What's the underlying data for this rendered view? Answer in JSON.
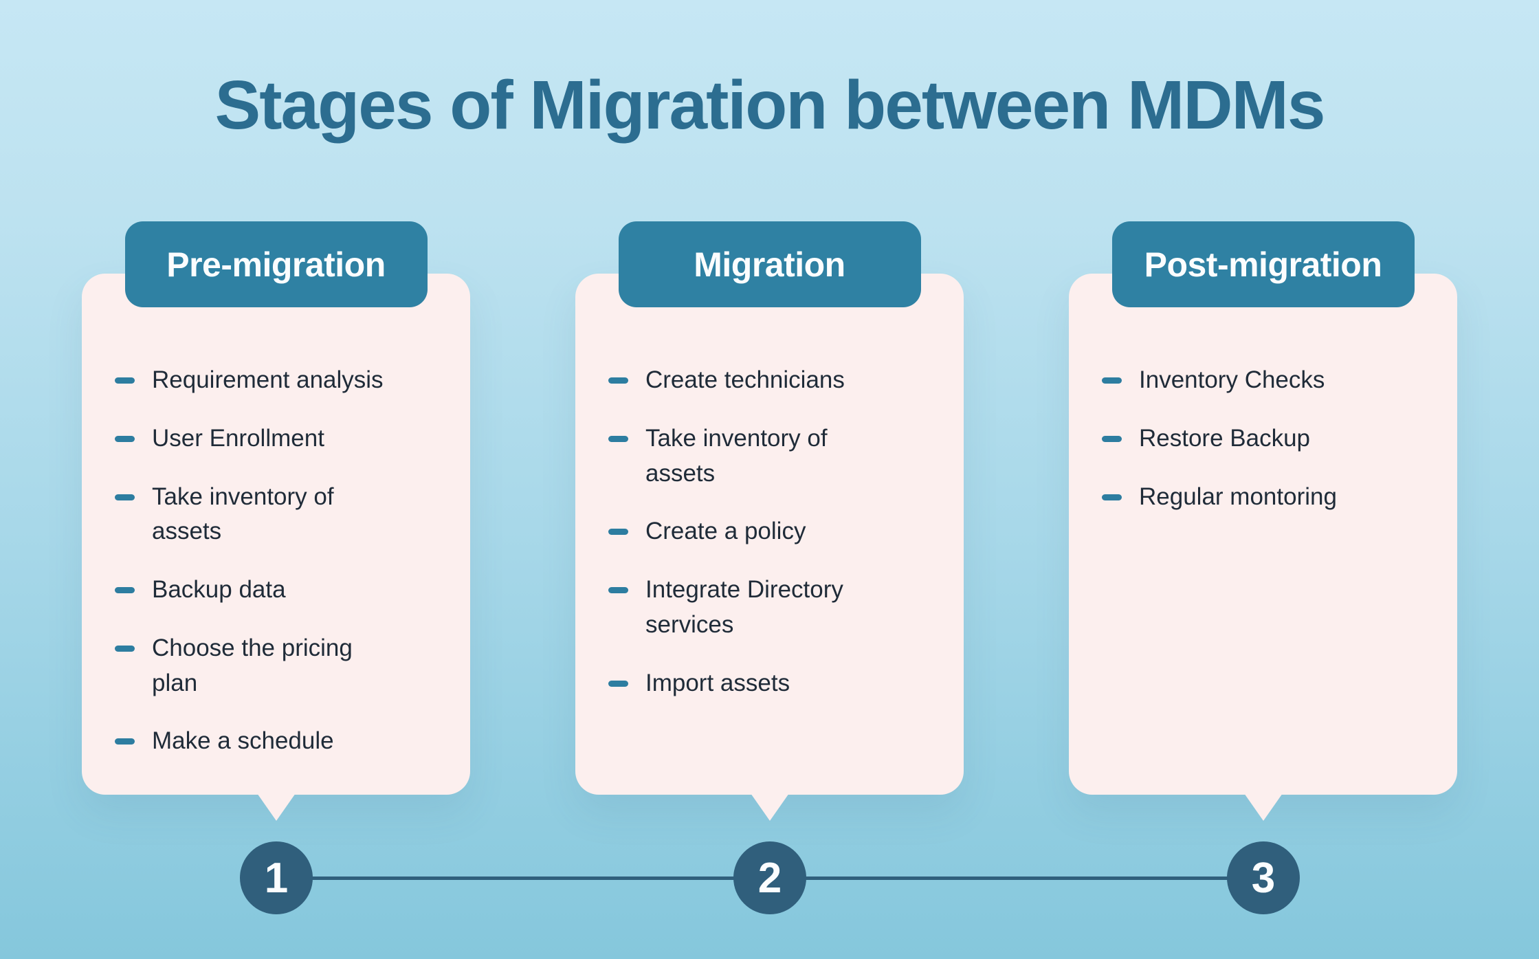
{
  "title": "Stages of Migration between MDMs",
  "colors": {
    "background_top": "#c6e7f4",
    "background_bottom": "#85c7dc",
    "title_text": "#2c6d90",
    "header_pill": "#2f81a3",
    "card_background": "#fcefee",
    "item_text": "#1f2b38",
    "dash_bullet": "#2d7da0",
    "step_circle": "#305f7c"
  },
  "stages": [
    {
      "label": "Pre-migration",
      "number": "1",
      "items": [
        "Requirement analysis",
        "User Enrollment",
        "Take inventory of assets",
        "Backup data",
        "Choose the pricing plan",
        "Make a schedule"
      ]
    },
    {
      "label": "Migration",
      "number": "2",
      "items": [
        "Create technicians",
        "Take inventory of assets",
        "Create a policy",
        "Integrate Directory services",
        "Import assets"
      ]
    },
    {
      "label": "Post-migration",
      "number": "3",
      "items": [
        "Inventory Checks",
        "Restore Backup",
        "Regular montoring"
      ]
    }
  ]
}
